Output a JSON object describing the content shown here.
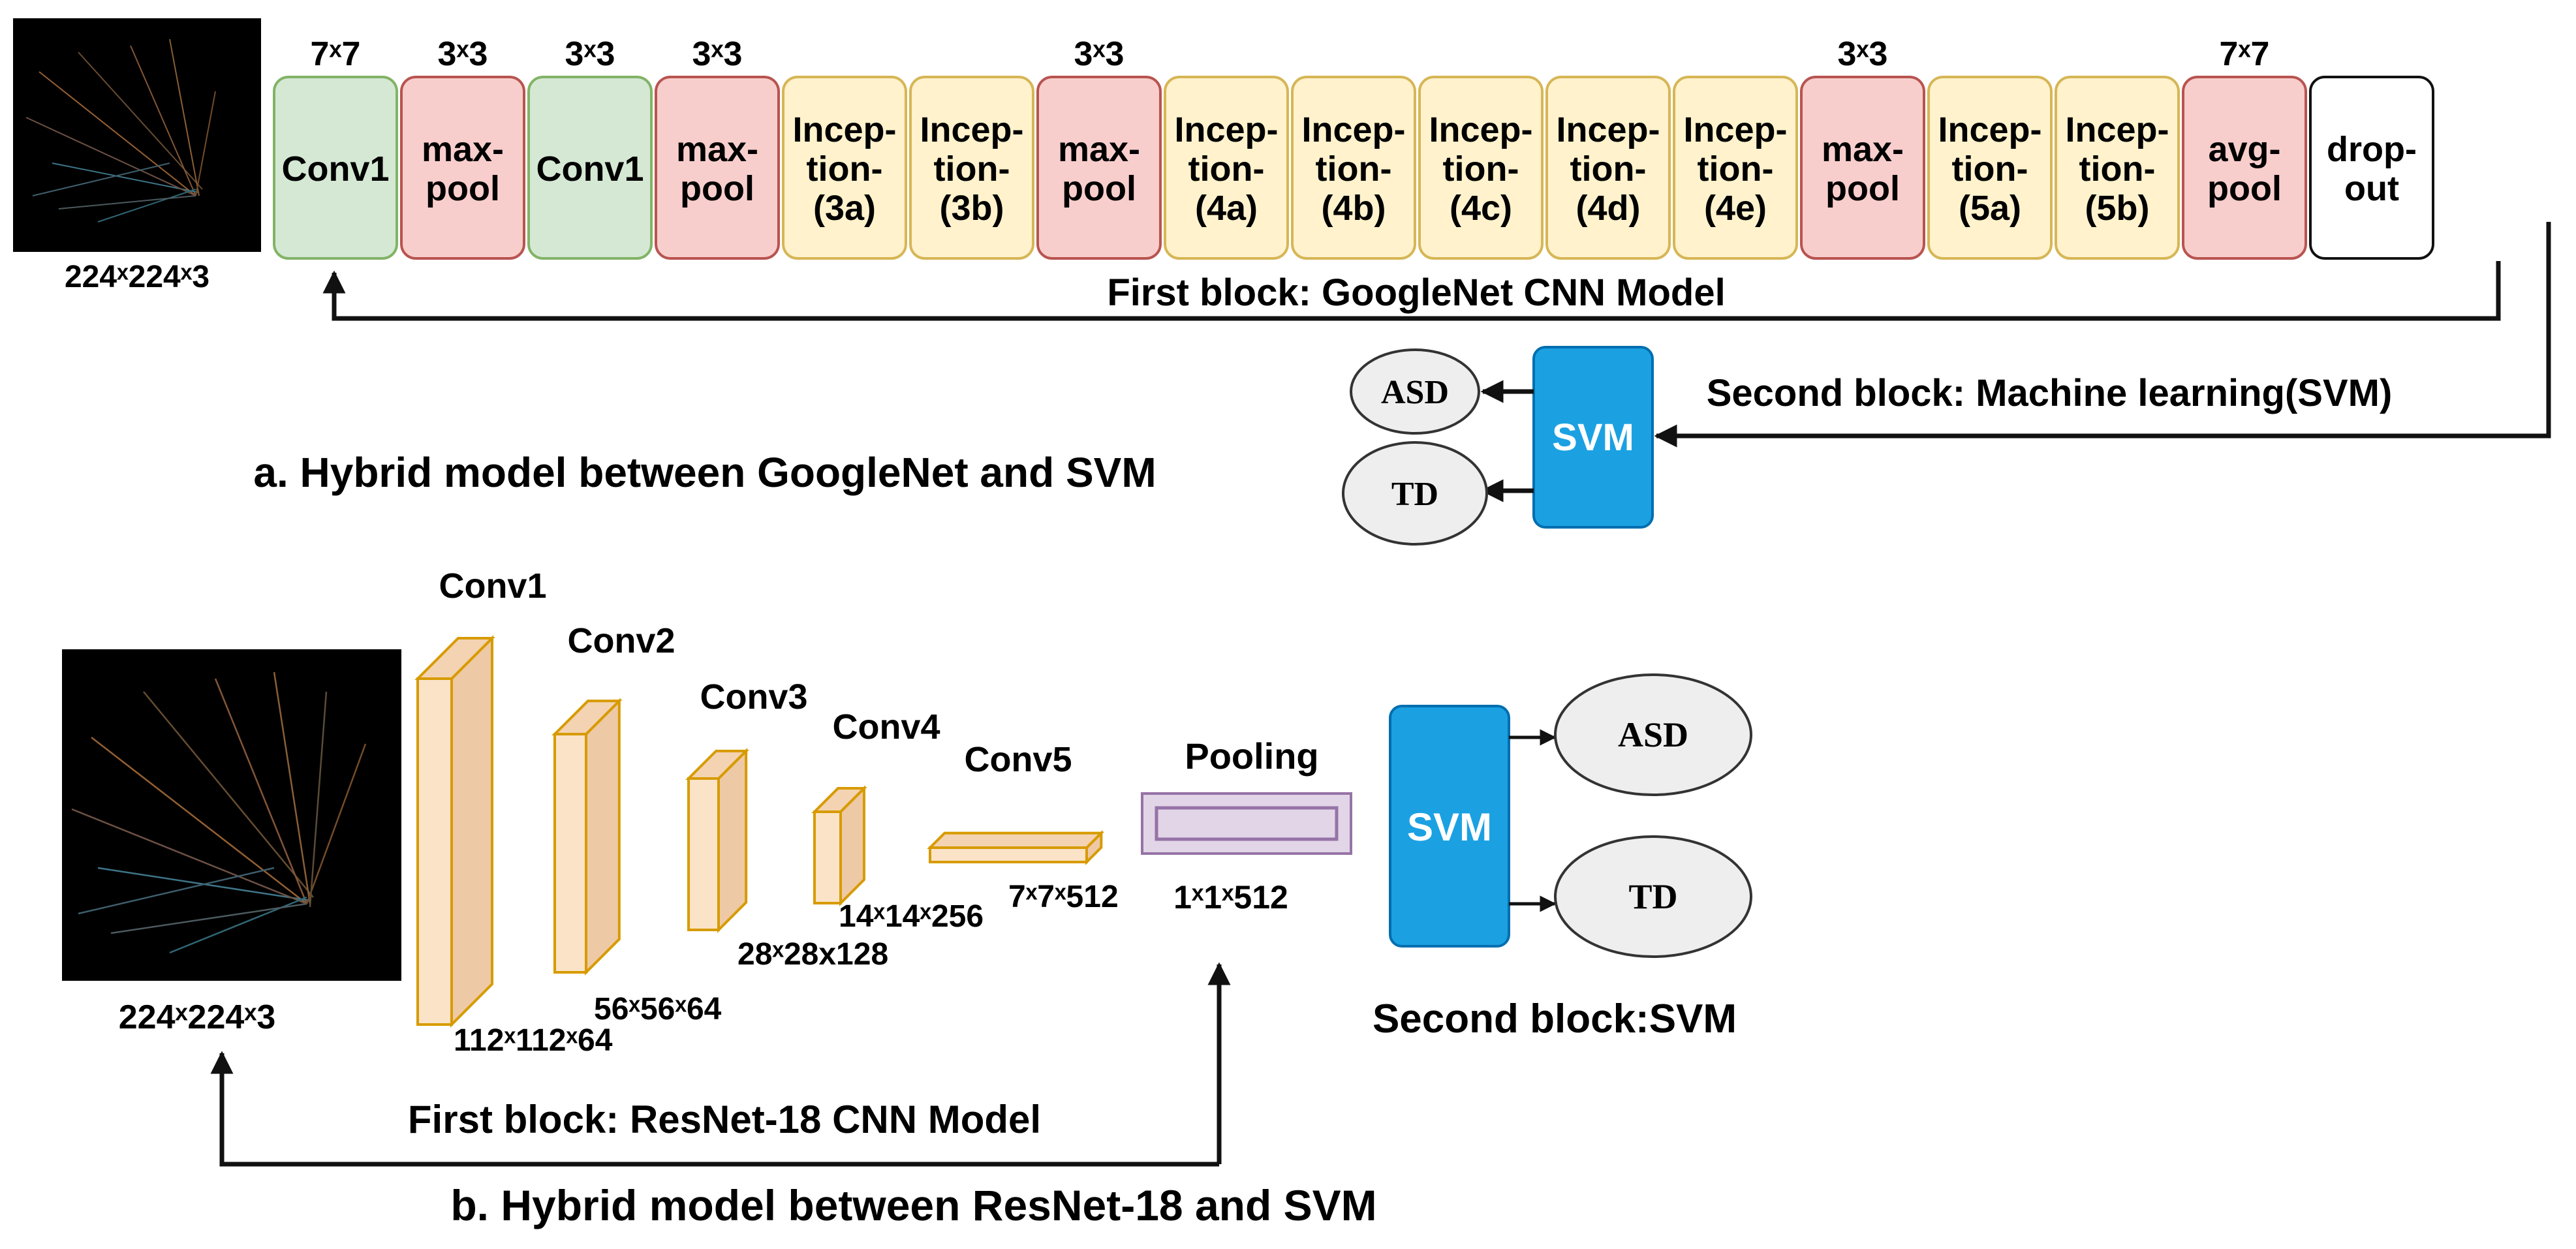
{
  "part_a": {
    "caption": "a. Hybrid model between GoogleNet and SVM",
    "input_size": "224ˣ224ˣ3",
    "layers": [
      {
        "kernel": "7ˣ7",
        "line1": "Conv1",
        "line2": "",
        "line3": "",
        "kind": "conv"
      },
      {
        "kernel": "3ˣ3",
        "line1": "max-",
        "line2": "pool",
        "line3": "",
        "kind": "pool"
      },
      {
        "kernel": "3ˣ3",
        "line1": "Conv1",
        "line2": "",
        "line3": "",
        "kind": "conv"
      },
      {
        "kernel": "3ˣ3",
        "line1": "max-",
        "line2": "pool",
        "line3": "",
        "kind": "pool"
      },
      {
        "kernel": "",
        "line1": "Incep-",
        "line2": "tion-",
        "line3": "(3a)",
        "kind": "inception"
      },
      {
        "kernel": "",
        "line1": "Incep-",
        "line2": "tion-",
        "line3": "(3b)",
        "kind": "inception"
      },
      {
        "kernel": "3ˣ3",
        "line1": "max-",
        "line2": "pool",
        "line3": "",
        "kind": "pool"
      },
      {
        "kernel": "",
        "line1": "Incep-",
        "line2": "tion-",
        "line3": "(4a)",
        "kind": "inception"
      },
      {
        "kernel": "",
        "line1": "Incep-",
        "line2": "tion-",
        "line3": "(4b)",
        "kind": "inception"
      },
      {
        "kernel": "",
        "line1": "Incep-",
        "line2": "tion-",
        "line3": "(4c)",
        "kind": "inception"
      },
      {
        "kernel": "",
        "line1": "Incep-",
        "line2": "tion-",
        "line3": "(4d)",
        "kind": "inception"
      },
      {
        "kernel": "",
        "line1": "Incep-",
        "line2": "tion-",
        "line3": "(4e)",
        "kind": "inception"
      },
      {
        "kernel": "3ˣ3",
        "line1": "max-",
        "line2": "pool",
        "line3": "",
        "kind": "pool"
      },
      {
        "kernel": "",
        "line1": "Incep-",
        "line2": "tion-",
        "line3": "(5a)",
        "kind": "inception"
      },
      {
        "kernel": "",
        "line1": "Incep-",
        "line2": "tion-",
        "line3": "(5b)",
        "kind": "inception"
      },
      {
        "kernel": "7ˣ7",
        "line1": "avg-",
        "line2": "pool",
        "line3": "",
        "kind": "pool"
      },
      {
        "kernel": "",
        "line1": "drop-",
        "line2": "out",
        "line3": "",
        "kind": "dropout"
      }
    ],
    "first_block_label": "First block: GoogleNet CNN Model",
    "second_block_label": "Second block: Machine learning(SVM)",
    "svm_label": "SVM",
    "outputs": [
      "ASD",
      "TD"
    ]
  },
  "part_b": {
    "caption": "b. Hybrid model between ResNet-18 and SVM",
    "input_size": "224ˣ224ˣ3",
    "conv_layers": [
      {
        "name": "Conv1",
        "size": "112ˣ112ˣ64"
      },
      {
        "name": "Conv2",
        "size": "56ˣ56ˣ64"
      },
      {
        "name": "Conv3",
        "size": "28ˣ28x128"
      },
      {
        "name": "Conv4",
        "size": "14ˣ14ˣ256"
      },
      {
        "name": "Conv5",
        "size": "7ˣ7ˣ512"
      }
    ],
    "pooling_label": "Pooling",
    "pooling_size": "1ˣ1ˣ512",
    "first_block_label": "First block: ResNet-18 CNN Model",
    "second_block_label": "Second block:SVM",
    "svm_label": "SVM",
    "outputs": [
      "ASD",
      "TD"
    ]
  },
  "colors": {
    "conv_fill": "#d5e8d4",
    "conv_stroke": "#82b366",
    "pool_fill": "#f8cecc",
    "pool_stroke": "#b85450",
    "inception_fill": "#fff2cc",
    "inception_stroke": "#d6b656",
    "dropout_fill": "#ffffff",
    "dropout_stroke": "#111111",
    "svm_fill": "#1ba1e2",
    "svm_stroke": "#006eaf",
    "cube_front": "#fbe3c8",
    "cube_side": "#eec9a6",
    "cube_top": "#f4d3b2",
    "cube_stroke": "#d79b00",
    "pooling_fill": "#e1d5e7",
    "pooling_stroke": "#9673a6",
    "ellipse_fill": "#eeeeee",
    "ellipse_stroke": "#333333",
    "input_image_bg": "#000000"
  }
}
